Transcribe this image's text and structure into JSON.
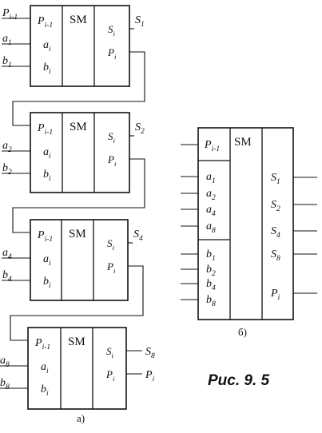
{
  "part_a": {
    "label": "а)",
    "adders": [
      {
        "carry_in": {
          "base": "P",
          "sub": "i-1"
        },
        "inputs": [
          {
            "base": "a",
            "sub": "i"
          },
          {
            "base": "b",
            "sub": "i"
          }
        ],
        "op": "SM",
        "outputs": [
          {
            "base": "S",
            "sub": "i"
          },
          {
            "base": "P",
            "sub": "i"
          }
        ],
        "ext_carry": {
          "base": "P",
          "sub": "i-1"
        },
        "ext_a": {
          "base": "a",
          "sub": "1"
        },
        "ext_b": {
          "base": "b",
          "sub": "1"
        },
        "ext_s": {
          "base": "S",
          "sub": "1"
        }
      },
      {
        "carry_in": {
          "base": "P",
          "sub": "i-1"
        },
        "inputs": [
          {
            "base": "a",
            "sub": "i"
          },
          {
            "base": "b",
            "sub": "i"
          }
        ],
        "op": "SM",
        "outputs": [
          {
            "base": "S",
            "sub": "i"
          },
          {
            "base": "P",
            "sub": "i"
          }
        ],
        "ext_a": {
          "base": "a",
          "sub": "2"
        },
        "ext_b": {
          "base": "b",
          "sub": "2"
        },
        "ext_s": {
          "base": "S",
          "sub": "2"
        }
      },
      {
        "carry_in": {
          "base": "P",
          "sub": "i-1"
        },
        "inputs": [
          {
            "base": "a",
            "sub": "i"
          },
          {
            "base": "b",
            "sub": "i"
          }
        ],
        "op": "SM",
        "outputs": [
          {
            "base": "S",
            "sub": "i"
          },
          {
            "base": "P",
            "sub": "i"
          }
        ],
        "ext_a": {
          "base": "a",
          "sub": "4"
        },
        "ext_b": {
          "base": "b",
          "sub": "4"
        },
        "ext_s": {
          "base": "S",
          "sub": "4"
        }
      },
      {
        "carry_in": {
          "base": "P",
          "sub": "i-1"
        },
        "inputs": [
          {
            "base": "a",
            "sub": "i"
          },
          {
            "base": "b",
            "sub": "i"
          }
        ],
        "op": "SM",
        "outputs": [
          {
            "base": "S",
            "sub": "i"
          },
          {
            "base": "P",
            "sub": "i"
          }
        ],
        "ext_a": {
          "base": "a",
          "sub": "8"
        },
        "ext_b": {
          "base": "b",
          "sub": "8"
        },
        "ext_s": {
          "base": "S",
          "sub": "8"
        },
        "ext_p": {
          "base": "P",
          "sub": "i"
        }
      }
    ]
  },
  "part_b": {
    "label": "б)",
    "op": "SM",
    "carry_in": {
      "base": "P",
      "sub": "i-1"
    },
    "a_inputs": [
      {
        "base": "a",
        "sub": "1"
      },
      {
        "base": "a",
        "sub": "2"
      },
      {
        "base": "a",
        "sub": "4"
      },
      {
        "base": "a",
        "sub": "8"
      }
    ],
    "b_inputs": [
      {
        "base": "b",
        "sub": "1"
      },
      {
        "base": "b",
        "sub": "2"
      },
      {
        "base": "b",
        "sub": "4"
      },
      {
        "base": "b",
        "sub": "8"
      }
    ],
    "outputs": [
      {
        "base": "S",
        "sub": "1"
      },
      {
        "base": "S",
        "sub": "2"
      },
      {
        "base": "S",
        "sub": "4"
      },
      {
        "base": "S",
        "sub": "8"
      },
      {
        "base": "P",
        "sub": "i"
      }
    ]
  },
  "caption": "Рис. 9. 5"
}
